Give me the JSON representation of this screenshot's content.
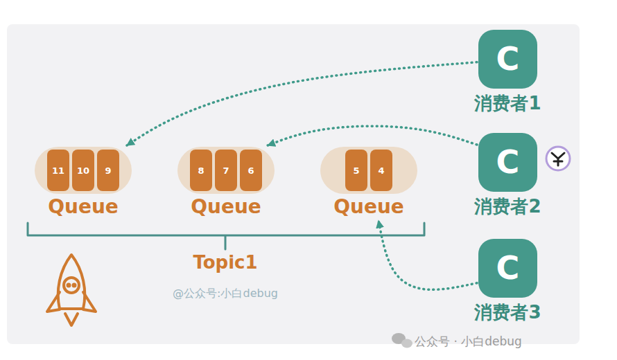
{
  "diagram": {
    "nodes": [
      {
        "text": [
          "Queue"
        ]
      },
      {
        "text": [
          "11"
        ],
        "in": 0
      },
      {
        "text": [
          "10"
        ],
        "in": 0
      },
      {
        "text": [
          "9"
        ],
        "in": 0
      },
      {
        "text": [
          "Queue"
        ]
      },
      {
        "text": [
          "8"
        ],
        "in": 4
      },
      {
        "text": [
          "7"
        ],
        "in": 4
      },
      {
        "text": [
          "6"
        ],
        "in": 4
      },
      {
        "text": [
          "Queue"
        ]
      },
      {
        "text": [
          "5"
        ],
        "in": 8
      },
      {
        "text": [
          "4"
        ],
        "in": 8
      },
      {
        "text": [
          "C",
          "消费者1"
        ]
      },
      {
        "text": [
          "C",
          "消费者2"
        ]
      },
      {
        "text": [
          "C",
          "消费者3"
        ]
      }
    ],
    "edges": [
      {
        "from": 11,
        "to": 0,
        "arrow": "to"
      },
      {
        "from": 12,
        "to": 4,
        "arrow": "to"
      },
      {
        "from": 13,
        "to": 8,
        "arrow": "to"
      }
    ],
    "labels": [
      "Topic1",
      "@公众号:小白debug",
      "公众号 · 小白debug"
    ]
  }
}
